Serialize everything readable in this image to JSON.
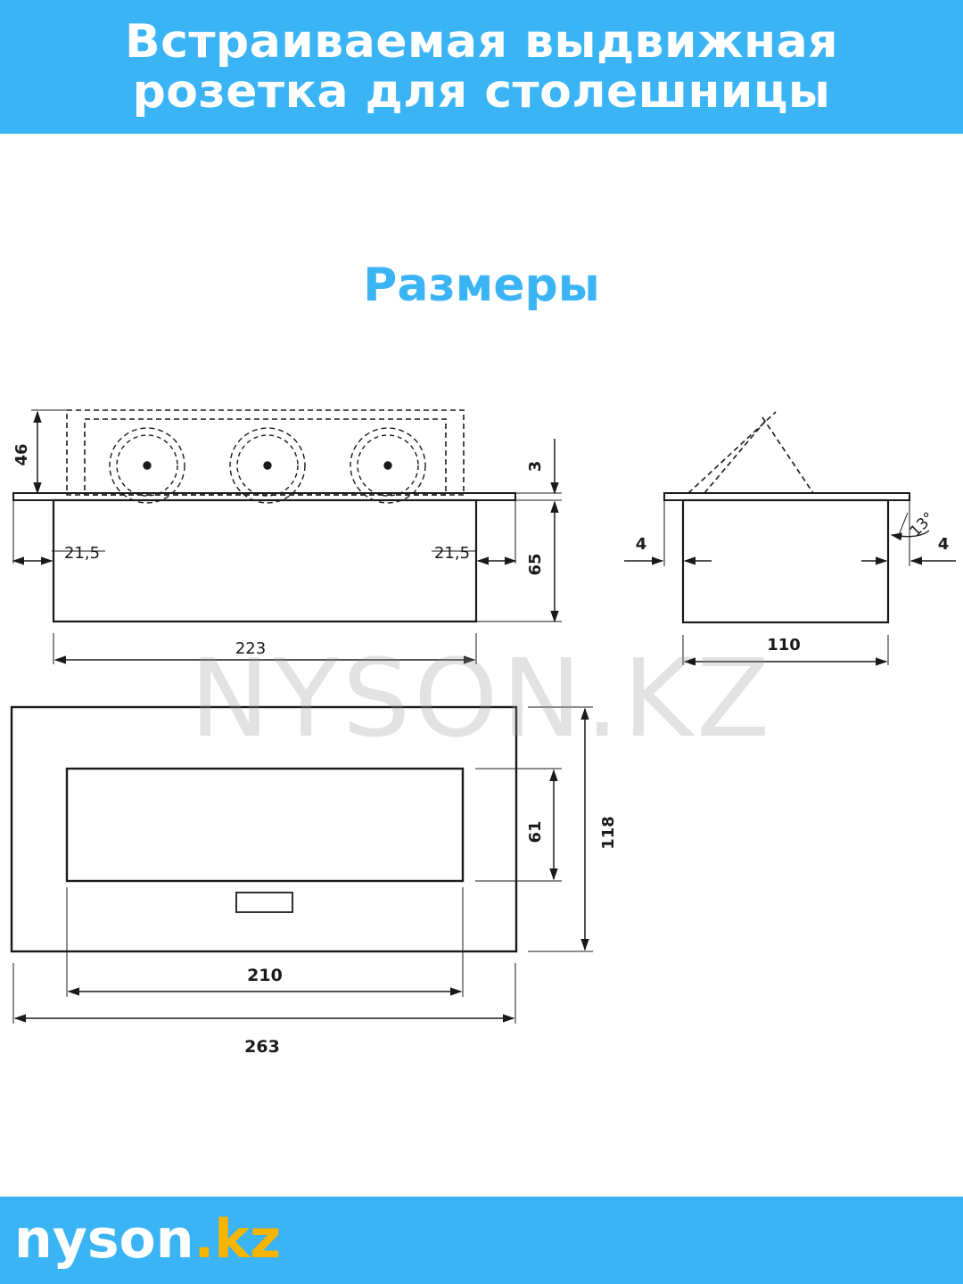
{
  "header": {
    "title_line1": "Встраиваемая выдвижная",
    "title_line2": "розетка для столешницы"
  },
  "section_title": "Размеры",
  "watermark": "NYSON.KZ",
  "dimensions": {
    "front_height_raised": "46",
    "lid_thickness": "3",
    "body_depth": "65",
    "left_offset": "21,5",
    "right_offset": "21,5",
    "body_width": "223",
    "side_left_wall": "4",
    "side_right_wall": "4",
    "tilt_angle": "13°",
    "side_depth": "110",
    "top_opening_depth": "61",
    "top_total_depth": "118",
    "top_opening_width": "210",
    "top_total_width": "263"
  },
  "footer": {
    "brand_name": "nyson",
    "brand_tld": ".kz"
  },
  "colors": {
    "banner": "#3ab4f5",
    "accent_tld": "#f7b500",
    "line": "#1a1a1a"
  }
}
